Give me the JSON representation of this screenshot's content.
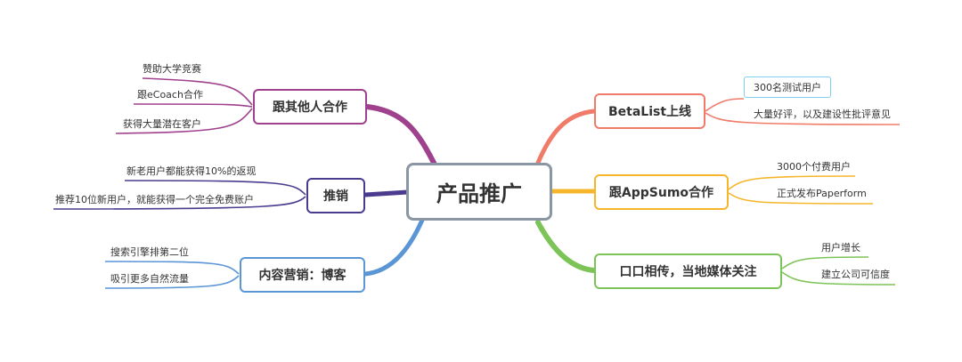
{
  "root": {
    "label": "产品推广"
  },
  "colors": {
    "partner": "#a0418e",
    "promo": "#4b3b8f",
    "content": "#5a95d6",
    "betalist": "#f07b69",
    "appsumo": "#f5b62c",
    "wordofmouth": "#7cc457",
    "root_border": "#8a96a3"
  },
  "branches": {
    "partner": {
      "label": "跟其他人合作",
      "leaves": [
        "赞助大学竞赛",
        "跟eCoach合作",
        "获得大量潜在客户"
      ]
    },
    "promo": {
      "label": "推销",
      "leaves": [
        "新老用户都能获得10%的返现",
        "推荐10位新用户，就能获得一个完全免费账户"
      ]
    },
    "content": {
      "label": "内容营销：博客",
      "leaves": [
        "搜索引擎排第二位",
        "吸引更多自然流量"
      ]
    },
    "betalist": {
      "label": "BetaList上线",
      "leaves": [
        "300名测试用户",
        "大量好评，以及建设性批评意见"
      ]
    },
    "appsumo": {
      "label": "跟AppSumo合作",
      "leaves": [
        "3000个付费用户",
        "正式发布Paperform"
      ]
    },
    "wordofmouth": {
      "label": "口口相传，当地媒体关注",
      "leaves": [
        "用户增长",
        "建立公司可信度"
      ]
    }
  }
}
